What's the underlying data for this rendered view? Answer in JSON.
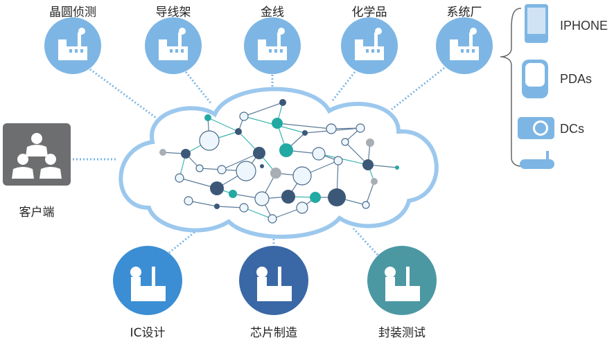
{
  "top_nodes": [
    {
      "label": "晶圆侦测",
      "icon": "factory-icon"
    },
    {
      "label": "导线架",
      "icon": "warehouse-icon"
    },
    {
      "label": "金线",
      "icon": "plant-icon"
    },
    {
      "label": "化学品",
      "icon": "chemical-factory-icon"
    },
    {
      "label": "系统厂",
      "icon": "wind-turbine-icon"
    }
  ],
  "client": {
    "label": "客户端",
    "icon": "users-icon"
  },
  "bottom_nodes": [
    {
      "label": "IC设计",
      "icon": "refinery-icon",
      "color": "#3b8ed3"
    },
    {
      "label": "芯片制造",
      "icon": "chimney-factory-icon",
      "color": "#3a68a6"
    },
    {
      "label": "封装测试",
      "icon": "test-factory-icon",
      "color": "#4b98a3"
    }
  ],
  "devices": [
    {
      "label": "IPHONE",
      "icon": "tablet-icon"
    },
    {
      "label": "PDAs",
      "icon": "pda-icon"
    },
    {
      "label": "DCs",
      "icon": "camera-icon"
    },
    {
      "label": "",
      "icon": "router-icon"
    }
  ],
  "colors": {
    "light_blue": "#7db6e4",
    "cloud": "#9cc8ee",
    "dark": "#3c5878",
    "teal": "#23a9a3",
    "gray": "#a9aeb4"
  }
}
